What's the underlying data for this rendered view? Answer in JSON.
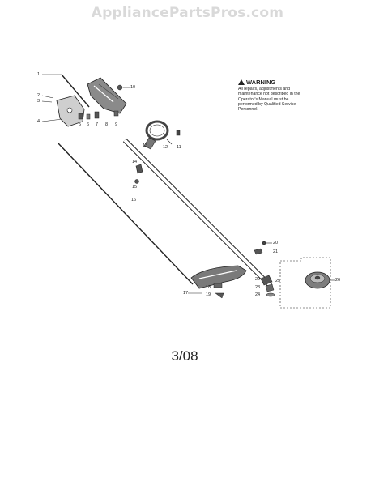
{
  "watermark": "AppliancePartsPros.com",
  "warning": {
    "title": "WARNING",
    "text": "All repairs, adjustments and maintenance not described in the Operator's Manual must be performed by Qualified Service Personnel."
  },
  "callouts": {
    "c1": "1",
    "c2": "2",
    "c3": "3",
    "c4": "4",
    "c5": "5",
    "c6": "6",
    "c7": "7",
    "c8": "8",
    "c9": "9",
    "c10": "10",
    "c11": "11",
    "c12": "12",
    "c13": "13",
    "c14": "14",
    "c15": "15",
    "c16": "16",
    "c17": "17",
    "c18": "18",
    "c19": "19",
    "c20": "20",
    "c21": "21",
    "c22": "22",
    "c23": "23",
    "c24": "24",
    "c25": "25",
    "c26": "26"
  },
  "page_code": "3/08"
}
